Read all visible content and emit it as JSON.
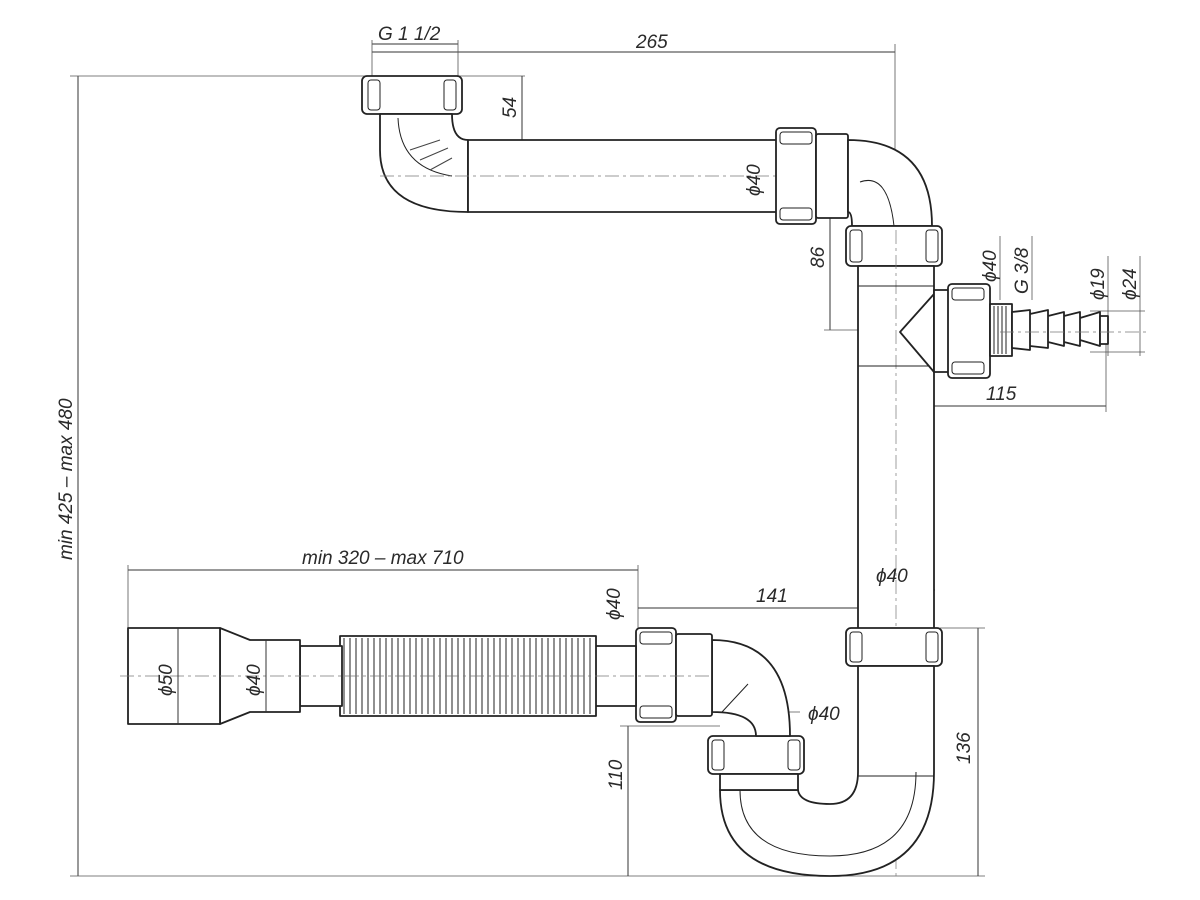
{
  "labels": {
    "thread_inlet": "G 1 1/2",
    "width_total": "265",
    "inlet_height": "54",
    "dia_upper": "ϕ40",
    "drop_86": "86",
    "dia_side": "ϕ40",
    "thread_side": "G 3/8",
    "dia_19": "ϕ19",
    "dia_24": "ϕ24",
    "len_115": "115",
    "height_range": "min 425 – max 480",
    "flex_range": "min 320 – max 710",
    "dia_vertical": "ϕ40",
    "dia_flex_end": "ϕ40",
    "offset_141": "141",
    "dia_50": "ϕ50",
    "dia_adapter": "ϕ40",
    "dia_trap": "ϕ40",
    "height_110": "110",
    "height_136": "136"
  }
}
